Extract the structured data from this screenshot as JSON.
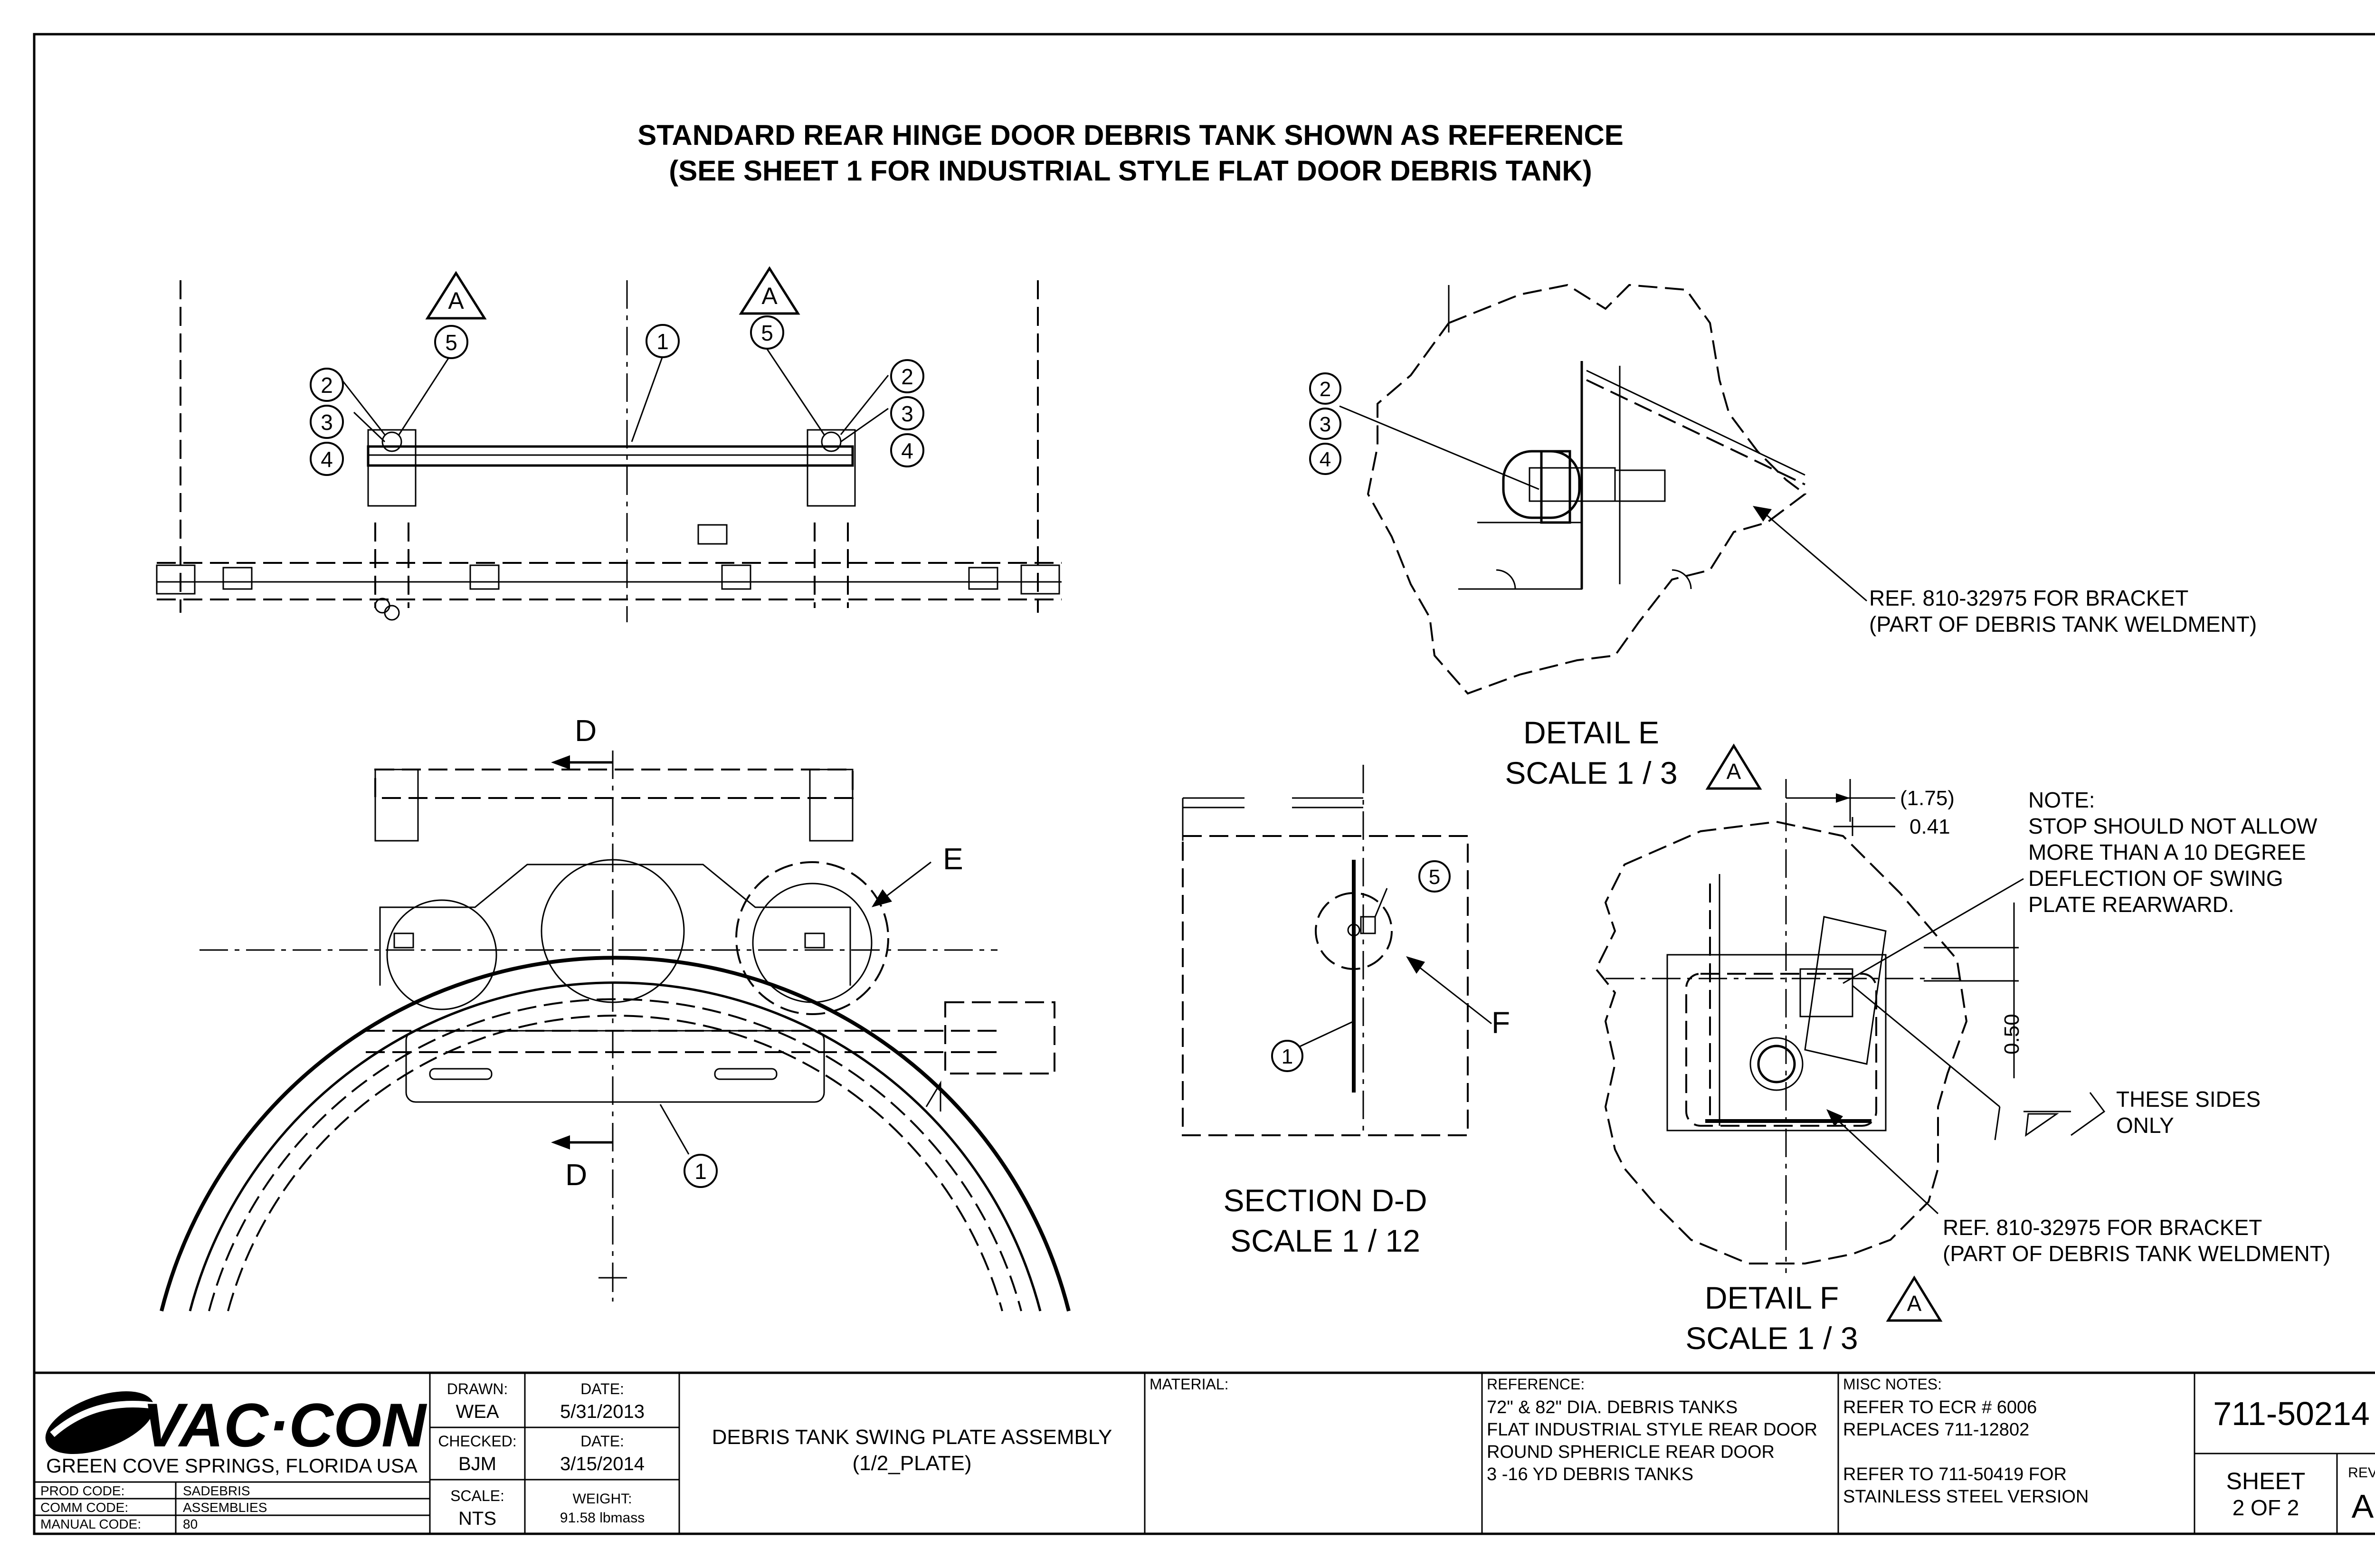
{
  "title": {
    "line1": "STANDARD REAR HINGE DOOR DEBRIS TANK SHOWN AS REFERENCE",
    "line2": "(SEE SHEET 1 FOR INDUSTRIAL STYLE FLAT DOOR DEBRIS TANK)"
  },
  "balloons": {
    "b1": "1",
    "b2": "2",
    "b3": "3",
    "b4": "4",
    "b5": "5"
  },
  "rev_flag": "A",
  "section_letter": "D",
  "detail_e": {
    "callout": "E",
    "label": "DETAIL  E",
    "scale": "SCALE 1 / 3",
    "ref_line1": "REF. 810-32975 FOR BRACKET",
    "ref_line2": "(PART OF DEBRIS TANK WELDMENT)"
  },
  "section_dd": {
    "label": "SECTION D-D",
    "scale": "SCALE 1 / 12",
    "callout": "F"
  },
  "detail_f": {
    "label": "DETAIL  F",
    "scale": "SCALE 1 / 3",
    "dim_1": "(1.75)",
    "dim_2": "0.41",
    "dim_3": "0.50",
    "note_lines": [
      "NOTE:",
      "STOP SHOULD NOT ALLOW",
      "MORE THAN A 10 DEGREE",
      "DEFLECTION OF SWING",
      "PLATE REARWARD."
    ],
    "weld_lines": [
      "THESE SIDES",
      "ONLY"
    ],
    "ref_line1": "REF. 810-32975 FOR BRACKET",
    "ref_line2": "(PART OF DEBRIS TANK WELDMENT)"
  },
  "title_block": {
    "logo_text": "VAC·CON",
    "location": "GREEN COVE SPRINGS, FLORIDA USA",
    "codes": [
      {
        "label": "PROD CODE:",
        "value": "SADEBRIS"
      },
      {
        "label": "COMM CODE:",
        "value": "ASSEMBLIES"
      },
      {
        "label": "MANUAL CODE:",
        "value": "80"
      }
    ],
    "drawn_label": "DRAWN:",
    "drawn_value": "WEA",
    "drawn_date_label": "DATE:",
    "drawn_date": "5/31/2013",
    "checked_label": "CHECKED:",
    "checked_value": "BJM",
    "checked_date_label": "DATE:",
    "checked_date": "3/15/2014",
    "scale_label": "SCALE:",
    "scale_value": "NTS",
    "weight_label": "WEIGHT:",
    "weight_value": "91.58 lbmass",
    "description_line1": "DEBRIS TANK SWING PLATE ASSEMBLY",
    "description_line2": "(1/2_PLATE)",
    "material_label": "MATERIAL:",
    "reference_label": "REFERENCE:",
    "reference_lines": [
      "72\" & 82\" DIA. DEBRIS TANKS",
      "FLAT INDUSTRIAL STYLE REAR DOOR",
      "ROUND SPHERICLE REAR DOOR",
      "3 -16 YD DEBRIS TANKS"
    ],
    "misc_label": "MISC NOTES:",
    "misc_lines": [
      "REFER TO ECR # 6006",
      "REPLACES 711-12802",
      "",
      "REFER TO 711-50419 FOR",
      "STAINLESS STEEL VERSION"
    ],
    "part_number": "711-50214",
    "sheet_label": "SHEET",
    "sheet_value": "2  OF 2",
    "rev_label": "REV",
    "rev_value": "A"
  }
}
